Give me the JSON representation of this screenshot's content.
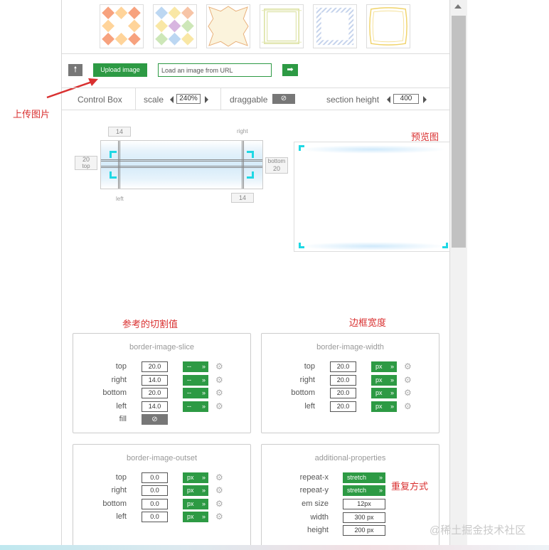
{
  "toolbar_top": {
    "upload_label": "Upload image",
    "url_placeholder": "Load an image from URL",
    "up_glyph": "🠕",
    "go_glyph": "➡"
  },
  "annotations": {
    "upload": "上传图片",
    "preview": "预览图",
    "slice_ref": "参考的切割值",
    "width": "边框宽度",
    "repeat": "重复方式"
  },
  "control_bar": {
    "control_box": "Control Box",
    "scale_label": "scale",
    "scale_value": "240%",
    "draggable_label": "draggable",
    "section_height_label": "section height",
    "section_height_value": "400"
  },
  "editor": {
    "top_value": "20",
    "top_label": "top",
    "right_value": "14",
    "right_label": "right",
    "bottom_value": "20",
    "bottom_label": "bottom",
    "left_value": "14",
    "left_label": "left"
  },
  "colors": {
    "accent_green": "#2d9a44",
    "annotation_red": "#d93030",
    "corner_cyan": "#1fd8e4"
  },
  "slice": {
    "title": "border-image-slice",
    "rows": [
      {
        "label": "top",
        "value": "20.0",
        "unit": "--"
      },
      {
        "label": "right",
        "value": "14.0",
        "unit": "--"
      },
      {
        "label": "bottom",
        "value": "20.0",
        "unit": "--"
      },
      {
        "label": "left",
        "value": "14.0",
        "unit": "--"
      }
    ],
    "fill_label": "fill"
  },
  "width": {
    "title": "border-image-width",
    "rows": [
      {
        "label": "top",
        "value": "20.0",
        "unit": "px"
      },
      {
        "label": "right",
        "value": "20.0",
        "unit": "px"
      },
      {
        "label": "bottom",
        "value": "20.0",
        "unit": "px"
      },
      {
        "label": "left",
        "value": "20.0",
        "unit": "px"
      }
    ]
  },
  "outset": {
    "title": "border-image-outset",
    "rows": [
      {
        "label": "top",
        "value": "0.0",
        "unit": "px"
      },
      {
        "label": "right",
        "value": "0.0",
        "unit": "px"
      },
      {
        "label": "bottom",
        "value": "0.0",
        "unit": "px"
      },
      {
        "label": "left",
        "value": "0.0",
        "unit": "px"
      }
    ]
  },
  "additional": {
    "title": "additional-properties",
    "repeat_x_label": "repeat-x",
    "repeat_x_value": "stretch",
    "repeat_y_label": "repeat-y",
    "repeat_y_value": "stretch",
    "em_size_label": "em size",
    "em_size_value": "12px",
    "width_label": "width",
    "width_value": "300 px",
    "height_label": "height",
    "height_value": "200 px"
  },
  "watermark": "@稀土掘金技术社区",
  "icons": {
    "gear": "⚙",
    "chevrons": "»",
    "forbidden": "⊘"
  }
}
